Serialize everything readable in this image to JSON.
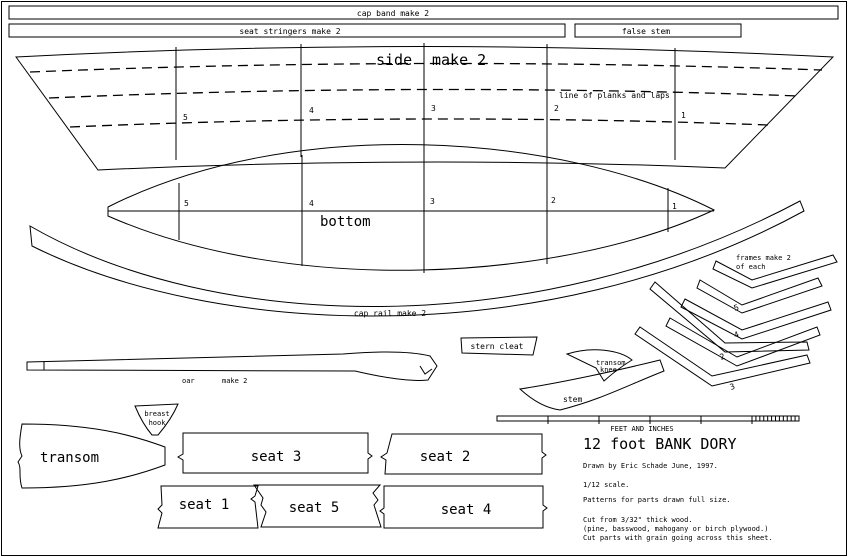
{
  "sheet": {
    "cap_band": "cap band make 2",
    "seat_stringers": "seat stringers make 2",
    "false_stem": "false stem",
    "side_title": "side",
    "side_make": "make 2",
    "line_of_planks": "line of planks and laps",
    "bottom": "bottom",
    "cap_rail": "cap rail make 2",
    "frames_make_1": "frames make 2",
    "frames_make_2": "of each",
    "stern_cleat": "stern cleat",
    "transom_knee_1": "transom",
    "transom_knee_2": "knee",
    "stem": "stem",
    "oar": "oar",
    "oar_make": "make 2",
    "breast_hook_1": "breast",
    "breast_hook_2": "hook",
    "transom": "transom",
    "seat_1": "seat 1",
    "seat_2": "seat 2",
    "seat_3": "seat 3",
    "seat_4": "seat 4",
    "seat_5": "seat 5",
    "station_labels": [
      "1",
      "2",
      "3",
      "4",
      "5"
    ],
    "frame_labels": [
      "5",
      "4",
      "2",
      "3"
    ],
    "scale_label": "FEET AND INCHES",
    "title": "12 foot BANK DORY",
    "drawn_by": "Drawn by Eric Schade  June, 1997.",
    "scale": "1/12 scale.",
    "patterns": "Patterns for parts drawn full size.",
    "notes": [
      "Cut from 3/32\" thick wood.",
      "(pine, basswood, mahogany or birch plywood.)",
      "Cut parts with grain going across this sheet."
    ]
  }
}
